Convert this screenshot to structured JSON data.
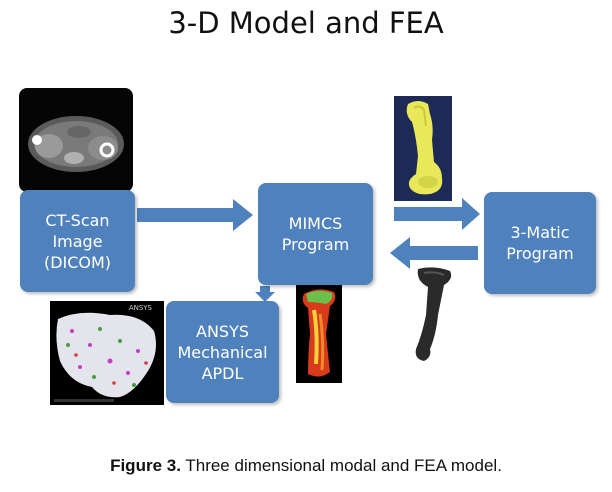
{
  "title": "3-D Model and FEA",
  "boxes": {
    "ct_scan": "CT-Scan\nImage\n(DICOM)",
    "mimics": "MIMCS\nProgram",
    "matic": "3-Matic\nProgram",
    "ansys": "ANSYS\nMechanical\nAPDL"
  },
  "ansys_logo_text": "ANSYS",
  "caption": {
    "label": "Figure 3.",
    "text": " Three dimensional modal and FEA model."
  },
  "colors": {
    "box_fill": "#4f81bd",
    "bone_yellow": "#e8e85a",
    "bone_dark": "#2a2a2a",
    "bone_red": "#d83a1c"
  }
}
